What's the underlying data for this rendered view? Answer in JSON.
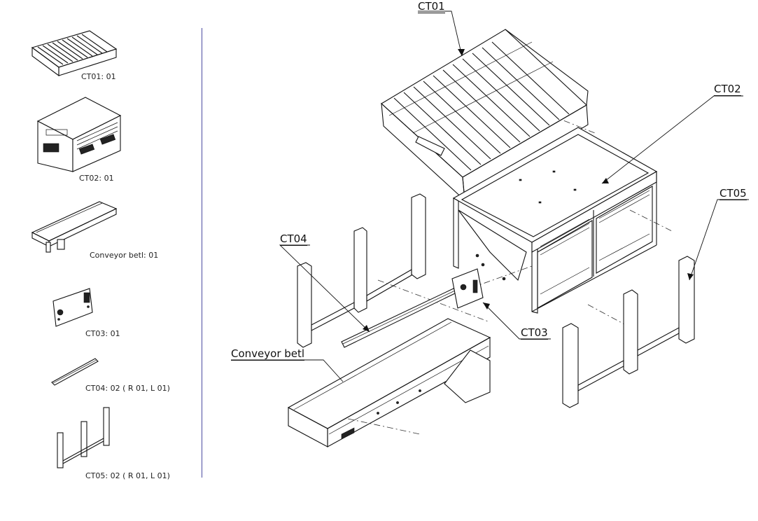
{
  "parts_list": [
    {
      "caption": "CT01: 01",
      "icon": "grate-icon"
    },
    {
      "caption": "CT02: 01",
      "icon": "hopper-cabinet-icon"
    },
    {
      "caption": "Conveyor betl: 01",
      "icon": "conveyor-icon"
    },
    {
      "caption": "CT03: 01",
      "icon": "plate-icon"
    },
    {
      "caption": "CT04: 02 ( R 01, L 01)",
      "icon": "strip-icon"
    },
    {
      "caption": "CT05: 02 ( R 01, L 01)",
      "icon": "frame-icon"
    }
  ],
  "callouts": {
    "ct01": "CT01",
    "ct02": "CT02",
    "ct03": "CT03",
    "ct04": "CT04",
    "ct05": "CT05",
    "conveyor": "Conveyor betl"
  }
}
